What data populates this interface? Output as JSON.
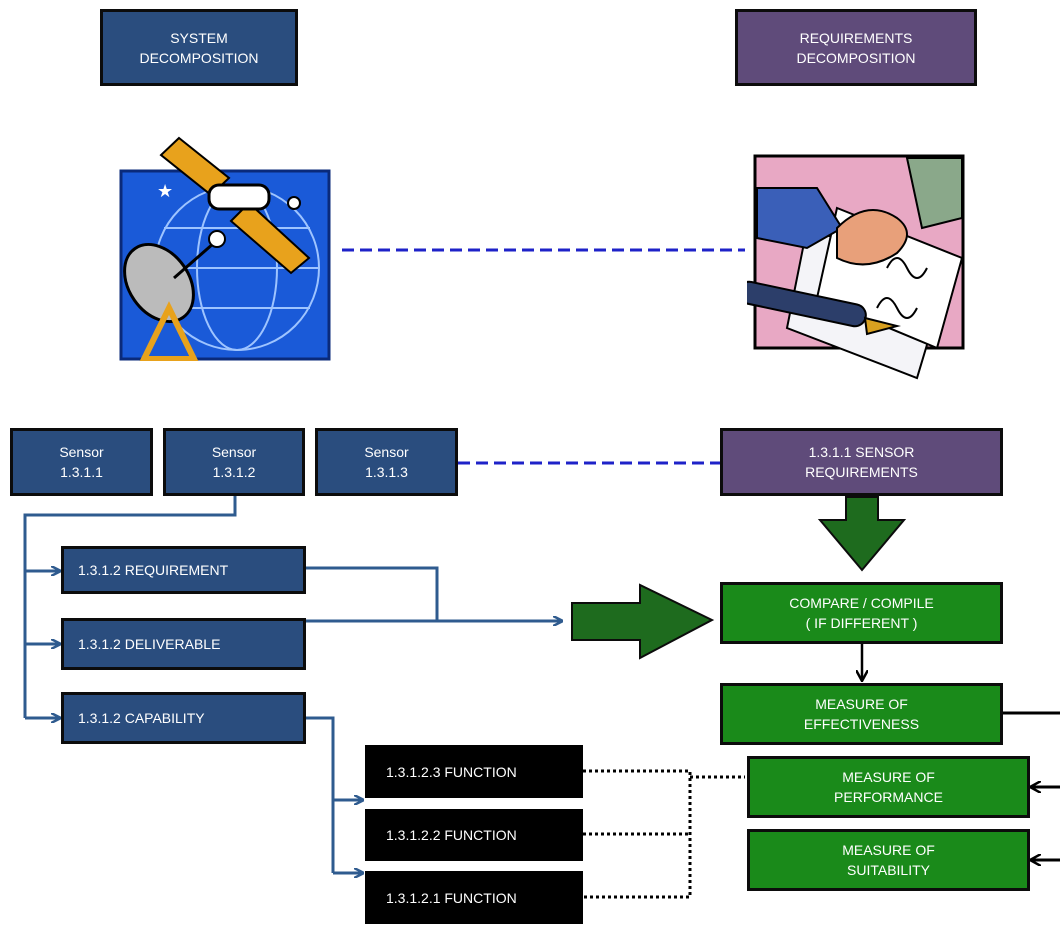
{
  "headers": {
    "system": "SYSTEM\nDECOMPOSITION",
    "requirements": "REQUIREMENTS\nDECOMPOSITION"
  },
  "sensors": [
    {
      "label": "Sensor\n1.3.1.1"
    },
    {
      "label": "Sensor\n1.3.1.2"
    },
    {
      "label": "Sensor\n1.3.1.3"
    }
  ],
  "sensor_requirements": "1.3.1.1 SENSOR\nREQUIREMENTS",
  "branches": {
    "requirement": "1.3.1.2  REQUIREMENT",
    "deliverable": "1.3.1.2  DELIVERABLE",
    "capability": "1.3.1.2  CAPABILITY"
  },
  "functions": [
    "1.3.1.2.3  FUNCTION",
    "1.3.1.2.2  FUNCTION",
    "1.3.1.2.1  FUNCTION"
  ],
  "measures": {
    "compare": "COMPARE / COMPILE\n( IF DIFFERENT )",
    "effectiveness": "MEASURE OF\nEFFECTIVENESS",
    "performance": "MEASURE OF\nPERFORMANCE",
    "suitability": "MEASURE OF\nSUITABILITY"
  },
  "colors": {
    "blue_box": "#2a4d7e",
    "purple_box": "#5f4b7a",
    "green_box": "#1a8a1a",
    "dark_green_arrow": "#1e6b1e",
    "dashed_link": "#1e22c8",
    "connector": "#2f5b8f"
  }
}
